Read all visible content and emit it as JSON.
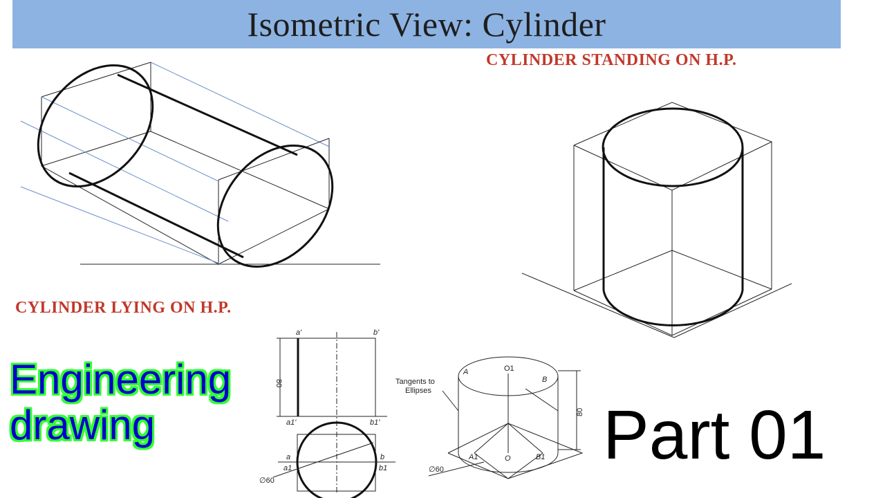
{
  "header": {
    "title": "Isometric View: Cylinder"
  },
  "labels": {
    "standing": "CYLINDER STANDING ON H.P.",
    "lying": "CYLINDER LYING ON H.P."
  },
  "overlay": {
    "line1": "Engineering",
    "line2": "drawing",
    "part": "Part 01"
  },
  "orthographic": {
    "top_left": "a'",
    "top_right": "b'",
    "bottom_left": "a1'",
    "bottom_right": "b1'",
    "height_dim": "80",
    "plan_left_top": "a",
    "plan_left_bottom": "a1",
    "plan_right_top": "b",
    "plan_right_bottom": "b1",
    "diameter": "∅60"
  },
  "isometric_small": {
    "tangents_line1": "Tangents to",
    "tangents_line2": "Ellipses",
    "top_center": "O1",
    "top_left": "A",
    "top_right": "B",
    "height_dim": "80",
    "bottom_left": "A1",
    "bottom_center": "O",
    "bottom_right": "B1",
    "diameter": "∅60"
  },
  "colors": {
    "banner": "#8db3e2",
    "label_red": "#c0392b",
    "overlay_text": "#0000cc",
    "overlay_outline": "#33ff33"
  }
}
